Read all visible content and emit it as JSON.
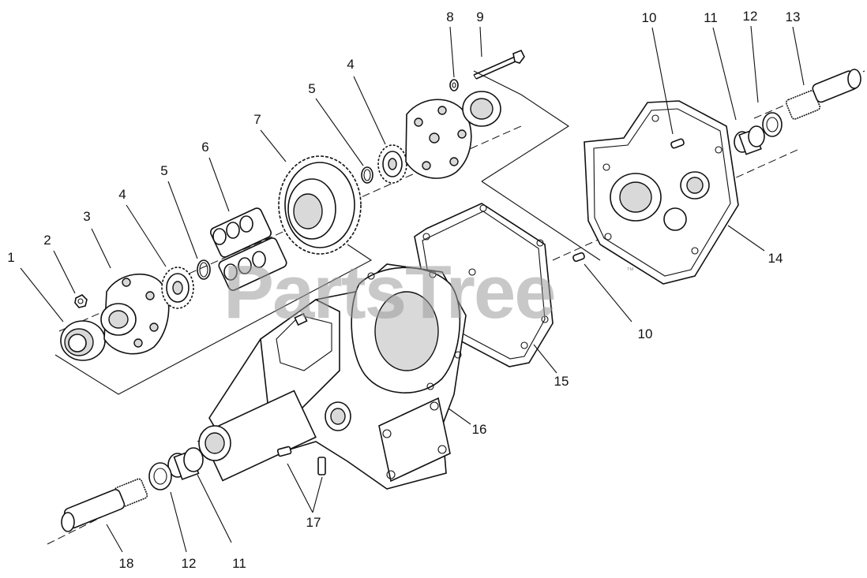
{
  "watermark": {
    "text": "PartsTree",
    "trademark": "™"
  },
  "corner_code": "",
  "callouts": [
    {
      "id": "c1",
      "label": "1"
    },
    {
      "id": "c2",
      "label": "2"
    },
    {
      "id": "c3",
      "label": "3"
    },
    {
      "id": "c4a",
      "label": "4"
    },
    {
      "id": "c5a",
      "label": "5"
    },
    {
      "id": "c6",
      "label": "6"
    },
    {
      "id": "c7",
      "label": "7"
    },
    {
      "id": "c5b",
      "label": "5"
    },
    {
      "id": "c4b",
      "label": "4"
    },
    {
      "id": "c8",
      "label": "8"
    },
    {
      "id": "c9",
      "label": "9"
    },
    {
      "id": "c10a",
      "label": "10"
    },
    {
      "id": "c11a",
      "label": "11"
    },
    {
      "id": "c12a",
      "label": "12"
    },
    {
      "id": "c13",
      "label": "13"
    },
    {
      "id": "c14",
      "label": "14"
    },
    {
      "id": "c10b",
      "label": "10"
    },
    {
      "id": "c15",
      "label": "15"
    },
    {
      "id": "c16",
      "label": "16"
    },
    {
      "id": "c17",
      "label": "17"
    },
    {
      "id": "c18",
      "label": "18"
    },
    {
      "id": "c12b",
      "label": "12"
    },
    {
      "id": "c11b",
      "label": "11"
    }
  ]
}
